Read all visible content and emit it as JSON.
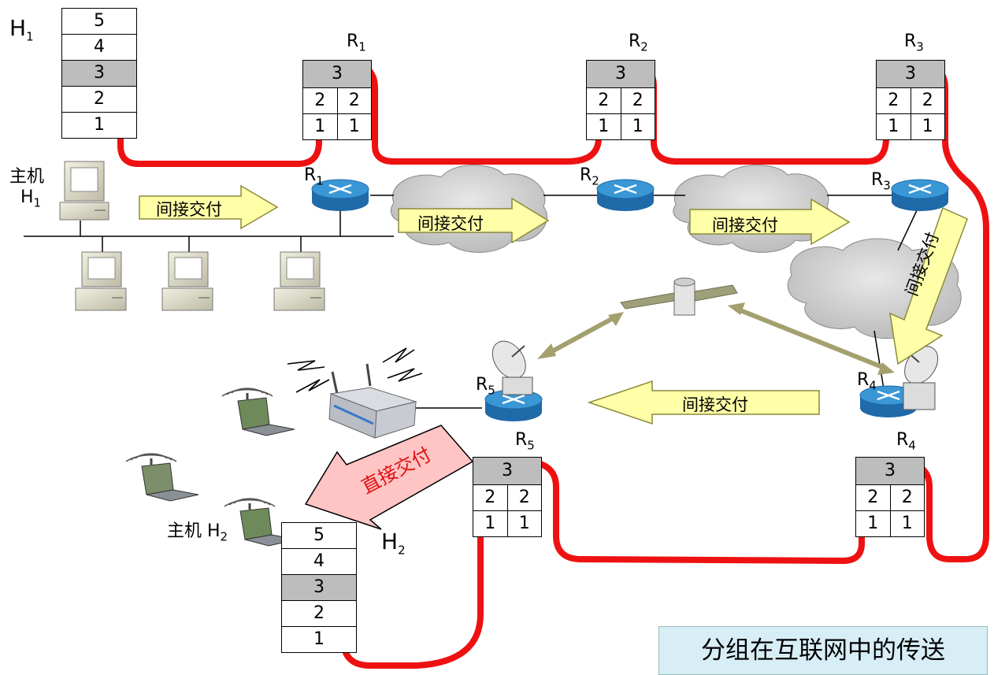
{
  "host_h1": {
    "main_label": "H",
    "main_sub": "1",
    "caption_line1": "主机",
    "caption_main": "H",
    "caption_sub": "1"
  },
  "host_h2": {
    "main_label": "H",
    "main_sub": "2",
    "caption_text": "主机 H",
    "caption_sub": "2"
  },
  "h1_stack": [
    "5",
    "4",
    "3",
    "2",
    "1"
  ],
  "h2_stack": [
    "5",
    "4",
    "3",
    "2",
    "1"
  ],
  "routers": {
    "r1": {
      "label": "R",
      "sub": "1",
      "top": "3",
      "mid": [
        "2",
        "2"
      ],
      "bot": [
        "1",
        "1"
      ]
    },
    "r2": {
      "label": "R",
      "sub": "2",
      "top": "3",
      "mid": [
        "2",
        "2"
      ],
      "bot": [
        "1",
        "1"
      ]
    },
    "r3": {
      "label": "R",
      "sub": "3",
      "top": "3",
      "mid": [
        "2",
        "2"
      ],
      "bot": [
        "1",
        "1"
      ]
    },
    "r4": {
      "label": "R",
      "sub": "4",
      "top": "3",
      "mid": [
        "2",
        "2"
      ],
      "bot": [
        "1",
        "1"
      ]
    },
    "r5": {
      "label": "R",
      "sub": "5",
      "top": "3",
      "mid": [
        "2",
        "2"
      ],
      "bot": [
        "1",
        "1"
      ]
    }
  },
  "arrows": {
    "indirect_1": "间接交付",
    "indirect_2": "间接交付",
    "indirect_3": "间接交付",
    "indirect_4": "间接交付",
    "indirect_5": "间接交付",
    "direct": "直接交付"
  },
  "caption": "分组在互联网中的传送",
  "colors": {
    "path": "#ee1111",
    "arrow_fill": "#ffffa8",
    "direct_fill": "#ffc4c4",
    "router_blue": "#2f86c8",
    "sat_link": "#a3a06e",
    "caption_bg": "#d8eef6"
  }
}
